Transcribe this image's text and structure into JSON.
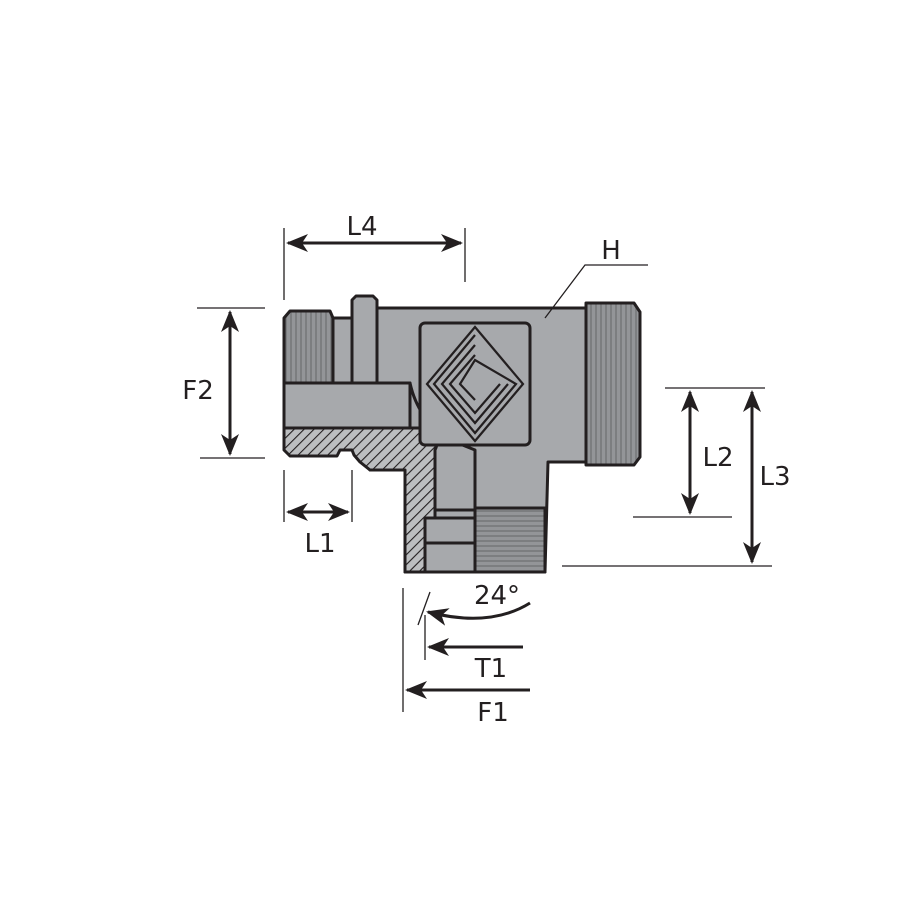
{
  "labels": {
    "L4": "L4",
    "H": "H",
    "F2": "F2",
    "L1": "L1",
    "L2": "L2",
    "L3": "L3",
    "angle": "24°",
    "T1": "T1",
    "F1": "F1"
  },
  "colors": {
    "body": "#a7a9ac",
    "thread": "#8a8c8f",
    "outline": "#231f20"
  }
}
